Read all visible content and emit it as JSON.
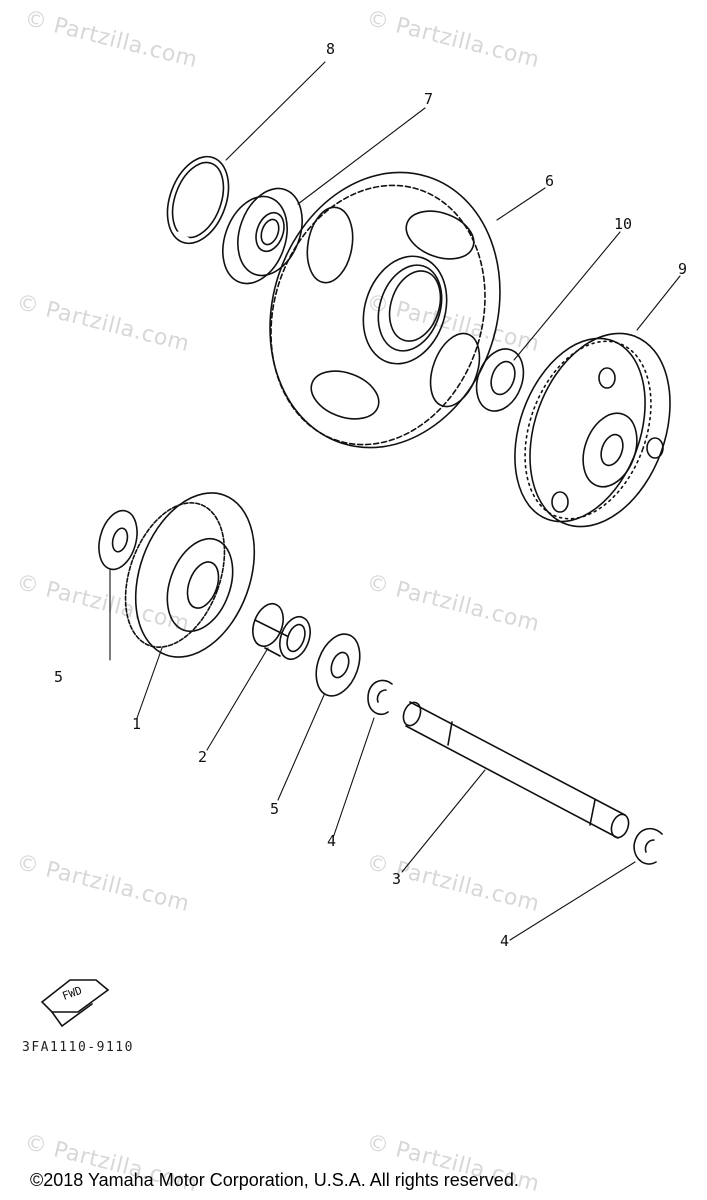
{
  "watermark": {
    "text": "Partzilla.com"
  },
  "callouts": [
    {
      "id": "8",
      "label": "8"
    },
    {
      "id": "7",
      "label": "7"
    },
    {
      "id": "6",
      "label": "6"
    },
    {
      "id": "10",
      "label": "10"
    },
    {
      "id": "9",
      "label": "9"
    },
    {
      "id": "5a",
      "label": "5"
    },
    {
      "id": "1",
      "label": "1"
    },
    {
      "id": "2",
      "label": "2"
    },
    {
      "id": "5b",
      "label": "5"
    },
    {
      "id": "4a",
      "label": "4"
    },
    {
      "id": "3",
      "label": "3"
    },
    {
      "id": "4b",
      "label": "4"
    }
  ],
  "fwd_label": "FWD",
  "diagram_code": "3FA1110-9110",
  "copyright": "©2018  Yamaha Motor Corporation, U.S.A. All rights reserved."
}
